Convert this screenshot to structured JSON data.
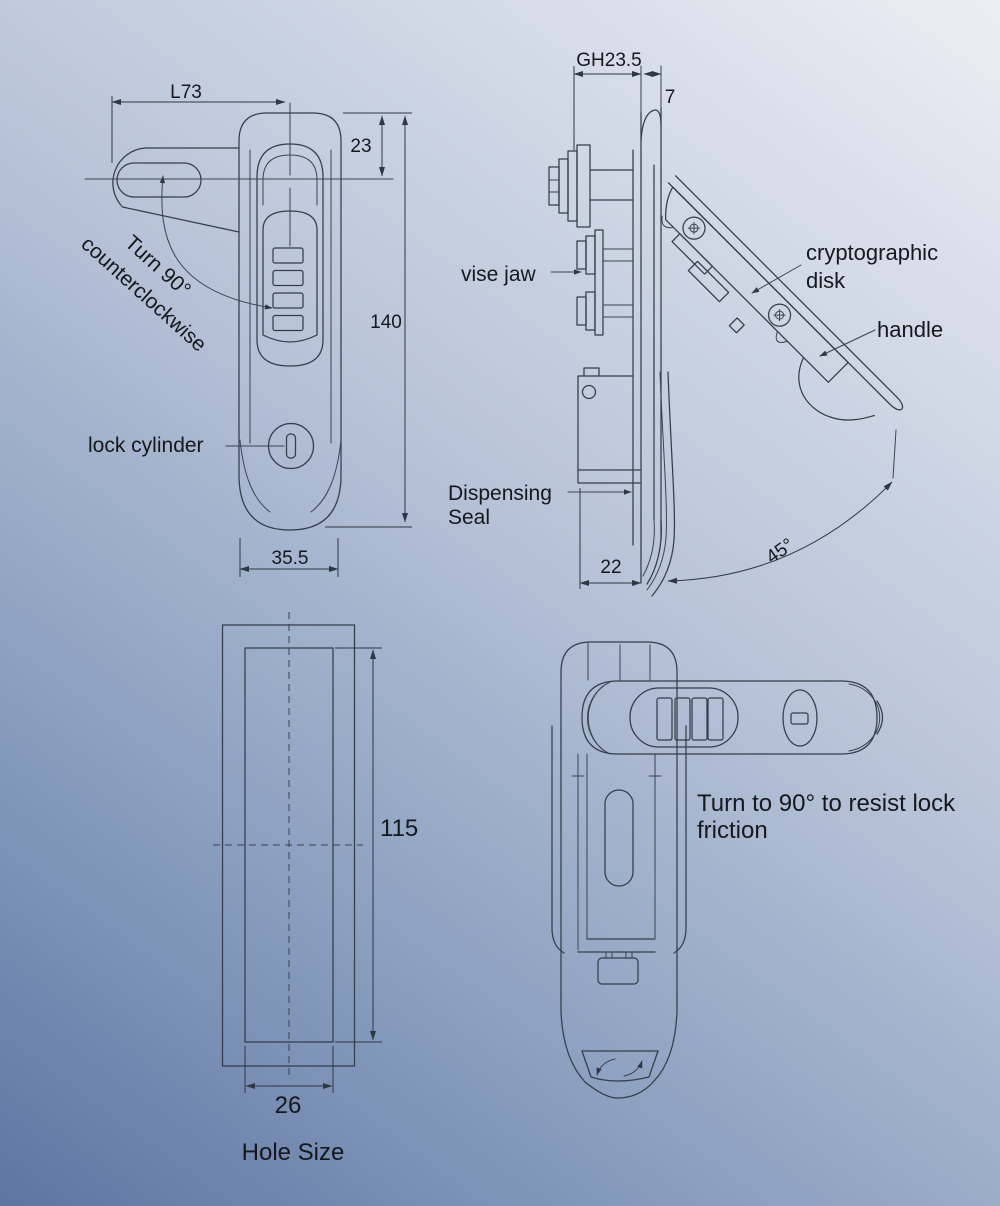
{
  "front": {
    "dim_l73": "L73",
    "dim_23": "23",
    "dim_140": "140",
    "dim_35_5": "35.5",
    "note_rotate_line1": "Turn 90°",
    "note_rotate_line2": "counterclockwise",
    "label_lock_cylinder": "lock cylinder"
  },
  "side": {
    "dim_gh": "GH23.5",
    "dim_7": "7",
    "dim_22": "22",
    "dim_45": "45°",
    "label_vise_jaw": "vise jaw",
    "label_crypto_line1": "cryptographic",
    "label_crypto_line2": "disk",
    "label_handle": "handle",
    "label_seal_line1": "Dispensing",
    "label_seal_line2": "Seal"
  },
  "hole": {
    "dim_115": "115",
    "dim_26": "26",
    "caption": "Hole Size"
  },
  "open": {
    "note_line1": "Turn to 90° to resist lock",
    "note_line2": "friction"
  },
  "colors": {
    "bg_stop1": "#f0f2f6",
    "bg_stop2": "#b7c3d8",
    "bg_stop3": "#8399bb",
    "bg_stop4": "#596e9e",
    "line": "#333e4a",
    "text": "#15181c"
  }
}
